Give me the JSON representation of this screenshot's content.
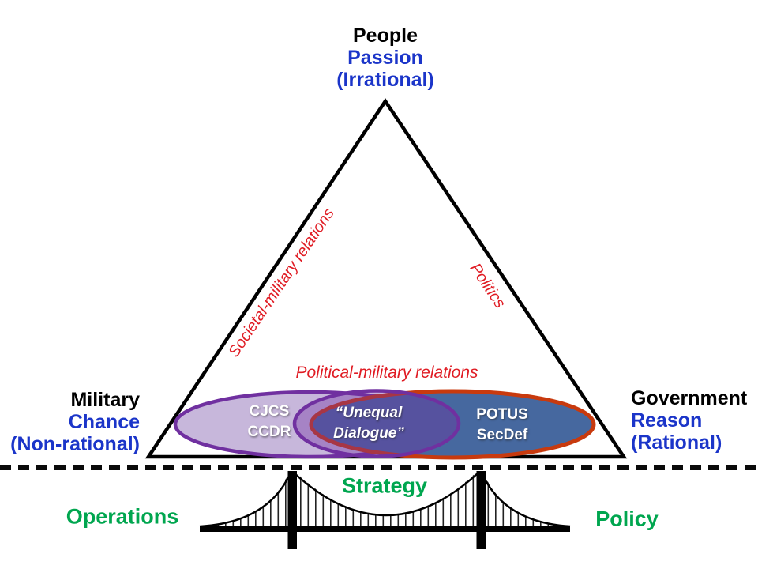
{
  "palette": {
    "text_blue": "#1b35c9",
    "text_red": "#e01c24",
    "text_green": "#00a64f",
    "purple_stroke": "#7030a0",
    "lavender_fill": "#c7b7db",
    "blue_fill": "#46689f",
    "orange_red_stroke": "#c83a0e",
    "black": "#000000",
    "white": "#ffffff"
  },
  "triangle": {
    "top_vertex": {
      "title": "People",
      "sub1": "Passion",
      "sub2": "(Irrational)"
    },
    "left_vertex": {
      "title": "Military",
      "sub1": "Chance",
      "sub2": "(Non-rational)"
    },
    "right_vertex": {
      "title": "Government",
      "sub1": "Reason",
      "sub2": "(Rational)"
    },
    "left_edge_label": "Societal-military relations",
    "right_edge_label": "Politics",
    "inner_label": "Political-military relations"
  },
  "venn": {
    "left_ellipse": {
      "line1": "CJCS",
      "line2": "CCDR"
    },
    "overlap_ellipse": {
      "line1": "“Unequal",
      "line2": "Dialogue”"
    },
    "right_ellipse": {
      "line1": "POTUS",
      "line2": "SecDef"
    }
  },
  "bridge": {
    "center_label": "Strategy",
    "left_label": "Operations",
    "right_label": "Policy"
  }
}
